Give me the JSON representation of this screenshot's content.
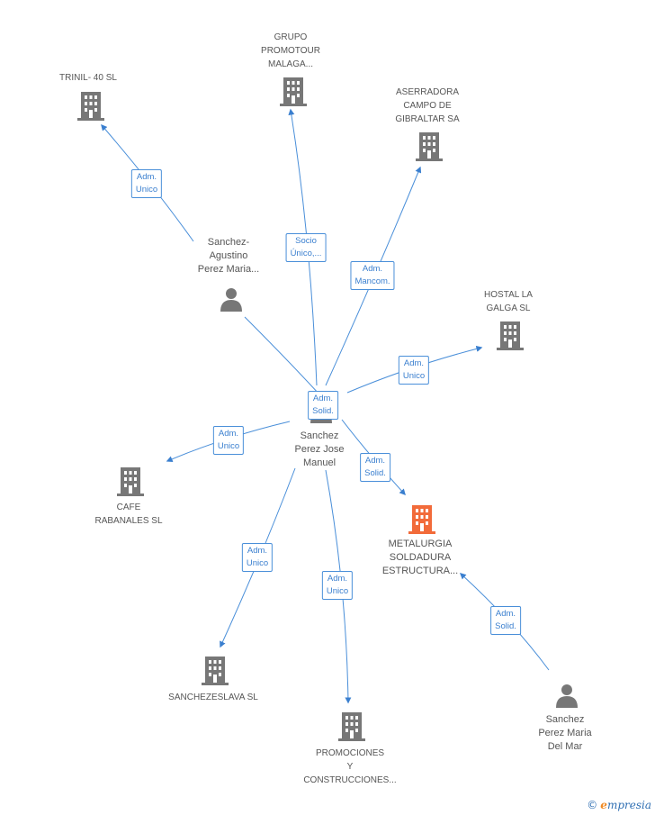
{
  "nodes": {
    "trinil": "TRINIL- 40 SL",
    "grupo": "GRUPO\nPROMOTOUR\nMALAGA...",
    "aserradora": "ASERRADORA\nCAMPO DE\nGIBRALTAR SA",
    "agustino": "Sanchez-\nAgustino\nPerez Maria...",
    "hostal": "HOSTAL LA\nGALGA SL",
    "jose": "Sanchez\nPerez Jose\nManuel",
    "cafe": "CAFE\nRABANALES SL",
    "metalurgia": "METALURGIA\nSOLDADURA\nESTRUCTURA...",
    "sanchezeslava": "SANCHEZESLAVA SL",
    "promociones": "PROMOCIONES\nY\nCONSTRUCCIONES...",
    "mar": "Sanchez\nPerez Maria\nDel Mar"
  },
  "edges": {
    "trinil": "Adm.\nUnico",
    "grupo": "Socio\nÚnico,...",
    "aserradora": "Adm.\nMancom.",
    "hostal": "Adm.\nUnico",
    "jose_solid": "Adm.\nSolid.",
    "metal_solid": "Adm.\nSolid.",
    "cafe": "Adm.\nUnico",
    "sanchezeslava": "Adm.\nUnico",
    "promociones": "Adm.\nUnico",
    "mar_solid": "Adm.\nSolid."
  },
  "brand": {
    "copyright": "©",
    "name_first": "e",
    "name_rest": "mpresia"
  },
  "colors": {
    "edge": "#4a8fd9",
    "company": "#777777",
    "focus_company": "#f26b3a",
    "person": "#777777"
  }
}
